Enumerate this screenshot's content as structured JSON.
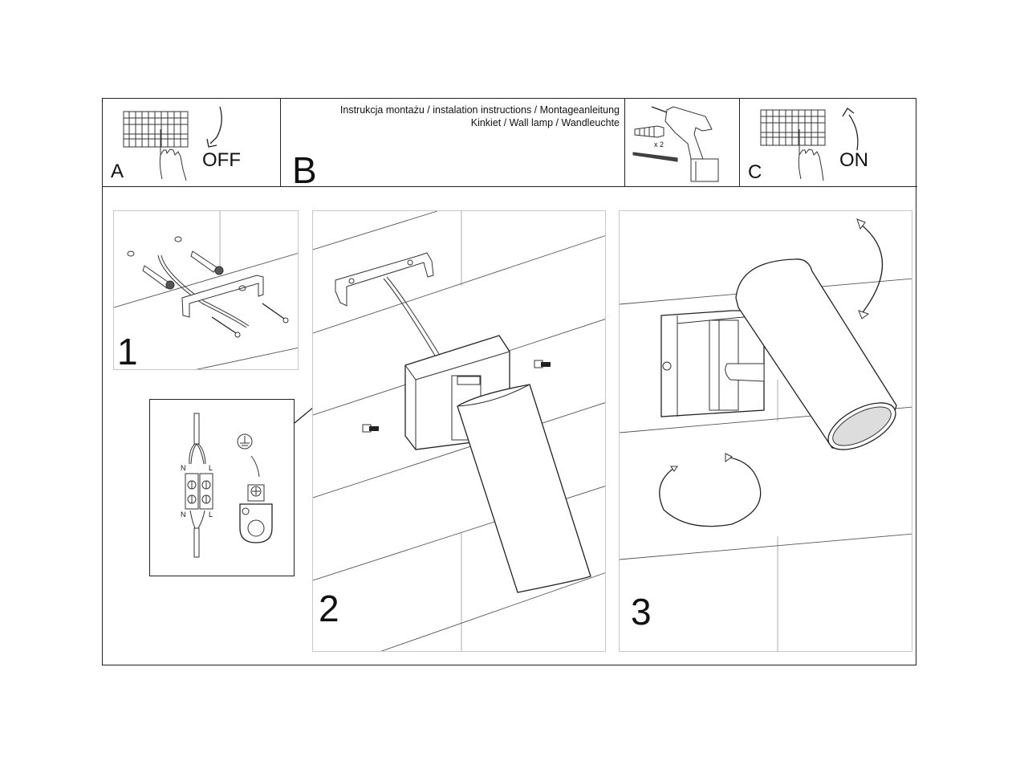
{
  "header": {
    "title_line1": "Instrukcja montażu / instalation instructions / Montageanleitung",
    "title_line2": "Kinkiet / Wall lamp / Wandleuchte"
  },
  "sections": {
    "a": {
      "letter": "A",
      "label": "OFF",
      "icon": "circuit-breaker-off-icon"
    },
    "b": {
      "letter": "B"
    },
    "tools": {
      "quantity": "x 2",
      "icon": "drill-icon"
    },
    "c": {
      "letter": "C",
      "label": "ON",
      "icon": "circuit-breaker-on-icon"
    }
  },
  "steps": [
    {
      "number": "1",
      "description": "mounting-bracket-and-wall-plugs"
    },
    {
      "number": "2",
      "description": "attach-lamp-body-to-bracket"
    },
    {
      "number": "3",
      "description": "adjust-lamp-rotation"
    }
  ],
  "wiring": {
    "top_left": "N",
    "top_right": "L",
    "bottom_left": "N",
    "bottom_right": "L",
    "ground_symbol": "ground-icon"
  },
  "colors": {
    "line": "#222222",
    "wall_line": "#555555",
    "panel_border": "#c8c8c8",
    "background": "#ffffff"
  }
}
